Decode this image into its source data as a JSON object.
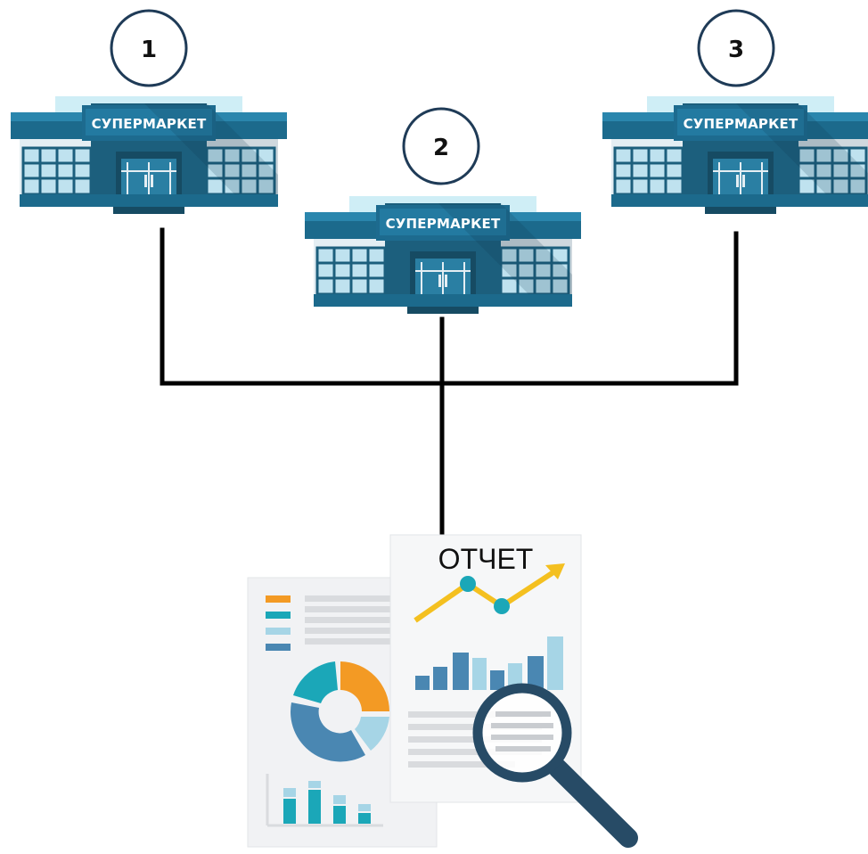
{
  "stores": [
    {
      "number": "1",
      "sign": "СУПЕРМАРКЕТ"
    },
    {
      "number": "2",
      "sign": "СУПЕРМАРКЕТ"
    },
    {
      "number": "3",
      "sign": "СУПЕРМАРКЕТ"
    }
  ],
  "report": {
    "title": "ОТЧЕТ"
  },
  "colors": {
    "building_dark": "#1c5f7d",
    "building_mid": "#2a7fa3",
    "building_light": "#dcecf3",
    "roof_glow": "#cfeef6",
    "connector": "#000000",
    "badge_stroke": "#1f3b57",
    "orange": "#f39a24",
    "teal": "#1ba7b8",
    "light_blue": "#a6d5e6",
    "steel_blue": "#4a87b2",
    "trend_yellow": "#f4c020",
    "magnifier": "#274b66"
  },
  "icons": [
    "supermarket-building-icon",
    "report-document-icon",
    "magnifier-icon",
    "donut-chart-icon",
    "bar-chart-icon",
    "trend-line-icon"
  ]
}
